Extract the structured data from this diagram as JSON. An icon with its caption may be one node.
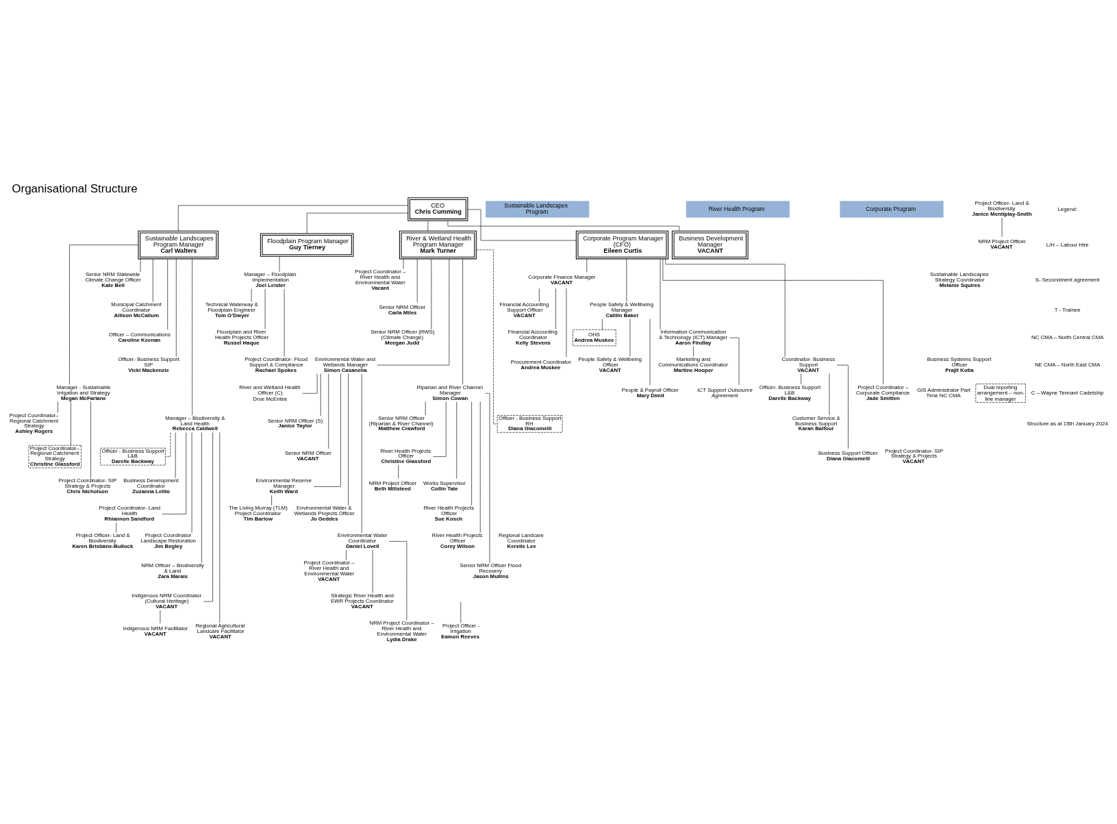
{
  "diagram": {
    "title": "Organisational Structure",
    "nodes": [
      {
        "text": [
          "CEO",
          "Chris Cumming"
        ]
      },
      {
        "text": [
          "Sustainable Landscapes Program"
        ]
      },
      {
        "text": [
          "River Health Program"
        ]
      },
      {
        "text": [
          "Corporate Program"
        ]
      },
      {
        "text": [
          "Sustainable Landscapes Program Manager",
          "Carl Walters"
        ]
      },
      {
        "text": [
          "Floodplain Program Manager",
          "Guy Tierney"
        ]
      },
      {
        "text": [
          "River & Wetland Health Program Manager",
          "Mark Turner"
        ]
      },
      {
        "text": [
          "Corporate Program Manager (CFO)",
          "Eileen Curtis"
        ]
      },
      {
        "text": [
          "Business Development Manager",
          "VACANT"
        ]
      },
      {
        "text": [
          "Senior NRM Statewide Climate Change Officer",
          "Kate Bell"
        ]
      },
      {
        "text": [
          "Sustainable Landscapes Strategy Coordinator",
          "Melanie Squires"
        ]
      },
      {
        "text": [
          "Municipal Catchment Coordinator",
          "Allison McCallum"
        ]
      },
      {
        "text": [
          "Officer – Communications",
          "Caroline Keenan"
        ]
      },
      {
        "text": [
          "Officer- Business Support SIP",
          "Vicki Mackenzie"
        ]
      },
      {
        "text": [
          "Manager - Sustainable Irrigation and Strategy",
          "Megan McFarlane"
        ]
      },
      {
        "text": [
          "Project Coordinator– Regional Catchment Strategy",
          "Ashley Rogers"
        ]
      },
      {
        "text": [
          "Project Coordinator– Regional Catchment Strategy",
          "Christine Glassford"
        ]
      },
      {
        "text": [
          "Project Coordinator- SIP Strategy & Projects",
          "VACANT"
        ]
      },
      {
        "text": [
          "Project Coordinator- SIP Strategy & Projects",
          "Chris Nicholson"
        ]
      },
      {
        "text": [
          "Project Officer - Irrigation",
          "Eamon Reeves"
        ]
      },
      {
        "text": [
          "Manager – Biodiversity & Land Health",
          "Rebecca Caldwell"
        ]
      },
      {
        "text": [
          "Officer - Business Support L&B",
          "Darelle Backway"
        ]
      },
      {
        "text": [
          "Business Development Coordinator",
          "Zuzanna Lelito"
        ]
      },
      {
        "text": [
          "Project Coordinator- Land Health",
          "Rhiannon Sandford"
        ]
      },
      {
        "text": [
          "Project Officer- Land & Biodiversity",
          "Karen Brisbane-Bullock"
        ]
      },
      {
        "text": [
          "Regional Landcare Coordinator",
          "Kerstie Lee"
        ]
      },
      {
        "text": [
          "Project Coordinator Landscape Restoration",
          "Jim Begley"
        ]
      },
      {
        "text": [
          "Project Officer- Land & Biodiversity",
          "Janice Mentiplay-Smith"
        ]
      },
      {
        "text": [
          "NRM Project Officer",
          "VACANT"
        ]
      },
      {
        "text": [
          "NRM Officer – Biodiversity & Land",
          "Zara Marais"
        ]
      },
      {
        "text": [
          "Indigenous NRM Coordinator (Cultural Heritage)",
          "VACANT"
        ]
      },
      {
        "text": [
          "Indigenous NRM Facilitator",
          "VACANT"
        ]
      },
      {
        "text": [
          "Regional Agricultural Landcare Facilitator",
          "VACANT"
        ]
      },
      {
        "text": [
          "Manager – Floodplain Implementation",
          "Joel Leister"
        ]
      },
      {
        "text": [
          "Technical Waterway & Floodplain Engineer",
          "Tom O’Dwyer"
        ]
      },
      {
        "text": [
          "Floodplain and River Health Projects Officer",
          "Russel Haque"
        ]
      },
      {
        "text": [
          "Project Coordinator- Flood Support & Compliance",
          "Rachael Spokes"
        ]
      },
      {
        "text": [
          "Project Coordinator – River Health and Environmental Water",
          "Vacant"
        ]
      },
      {
        "text": [
          "Senior NRM Officer",
          "Carla Miles"
        ]
      },
      {
        "text": [
          "Senior NRM Officer (RWS) (Climate Change)",
          "Meegan Judd"
        ]
      },
      {
        "text": [
          "Environmental Water and Wetlands Manager",
          "Simon Casanelia"
        ]
      },
      {
        "text": [
          "River and Wetland Health Officer (C)",
          "Drue McEntee"
        ]
      },
      {
        "text": [
          "Senior NRM Officer (S)",
          "Janice Taylor"
        ]
      },
      {
        "text": [
          "Senior NRM Officer",
          "VACANT"
        ]
      },
      {
        "text": [
          "Environmental Reserve Manager",
          "Keith Ward"
        ]
      },
      {
        "text": [
          "The Living Murray (TLM) Project Coordinator",
          "Tim Barlow"
        ]
      },
      {
        "text": [
          "Environmental Water & Wetlands Projects Officer",
          "Jo Geddes"
        ]
      },
      {
        "text": [
          "Environmental Water Coordinator",
          "Daniel Lovell"
        ]
      },
      {
        "text": [
          "Project Coordinator – River Health and Environmental Water",
          "VACANT"
        ]
      },
      {
        "text": [
          "Strategic River Health and EWR Projects Coordinator",
          "VACANT"
        ]
      },
      {
        "text": [
          "NRM Project Coordinator – River Health and Environmental Water",
          "Lydia Drake"
        ]
      },
      {
        "text": [
          "Riparian and River Channel Manager",
          "Simon Cowan"
        ]
      },
      {
        "text": [
          "Senior NRM Officer (Riparian & River Channel)",
          "Matthew Crawford"
        ]
      },
      {
        "text": [
          "River Health Projects Officer",
          "Christine Glassford"
        ]
      },
      {
        "text": [
          "NRM Project Officer",
          "Beth Millsteed"
        ]
      },
      {
        "text": [
          "Works Supervisor",
          "Collin Tate"
        ]
      },
      {
        "text": [
          "River Health Projects Officer",
          "Sue Kosch"
        ]
      },
      {
        "text": [
          "River Health Projects Officer",
          "Corey Wilson"
        ]
      },
      {
        "text": [
          "Senior NRM Officer Flood Recovery",
          "Jason Mullins"
        ]
      },
      {
        "text": [
          "Officer - Business Support RH",
          "Diana Giacomelli"
        ]
      },
      {
        "text": [
          "Corporate Finance Manager",
          "VACANT"
        ]
      },
      {
        "text": [
          "Financial Accounting Support Officer",
          "VACANT"
        ]
      },
      {
        "text": [
          "Financial Accounting Coordinator",
          "Kelly Stevens"
        ]
      },
      {
        "text": [
          "Procurement Coordinator",
          "Andrea Muskee"
        ]
      },
      {
        "text": [
          "People Safety & Wellbeing Manager",
          "Caitlin Baker"
        ]
      },
      {
        "text": [
          "OHS",
          "Andrea Muskee"
        ]
      },
      {
        "text": [
          "People Safety & Wellbeing Officer",
          "VACANT"
        ]
      },
      {
        "text": [
          "People & Payroll Officer",
          "Mary Dimit"
        ]
      },
      {
        "text": [
          "Information Communication & Technology (ICT) Manager",
          "Aaron Findlay"
        ]
      },
      {
        "text": [
          "Marketing and Communications Coordinator",
          "Martine Hooper"
        ]
      },
      {
        "text": [
          "Business Systems Support Officer",
          "Prajit Kotia"
        ]
      },
      {
        "text": [
          "GIS Administrator Part Time NC CMA"
        ]
      },
      {
        "text": [
          "ICT Support Outsource Agreement"
        ]
      },
      {
        "text": [
          "Coordinator- Business Support",
          "VACANT"
        ]
      },
      {
        "text": [
          "Officer- Business Support L&B",
          "Darelle Backway"
        ]
      },
      {
        "text": [
          "Customer Service & Business Support",
          "Karan Balfour"
        ]
      },
      {
        "text": [
          "Business Support Officer",
          "Diana Giacomelli"
        ]
      },
      {
        "text": [
          "Project Coordinator – Corporate Compliance",
          "Jade Smitten"
        ]
      },
      {
        "text": [
          "Dual reporting arrangement – non-line manager"
        ]
      }
    ],
    "edges": [
      {
        "from": 0,
        "to": 4,
        "arrow": "none"
      },
      {
        "from": 0,
        "to": 5,
        "arrow": "none"
      },
      {
        "from": 0,
        "to": 6,
        "arrow": "none"
      },
      {
        "from": 0,
        "to": 7,
        "arrow": "none"
      },
      {
        "from": 0,
        "to": 8,
        "arrow": "none"
      },
      {
        "from": 4,
        "to": 9,
        "arrow": "none"
      },
      {
        "from": 4,
        "to": 11,
        "arrow": "none"
      },
      {
        "from": 4,
        "to": 12,
        "arrow": "none"
      },
      {
        "from": 4,
        "to": 13,
        "arrow": "none"
      },
      {
        "from": 4,
        "to": 14,
        "arrow": "none"
      },
      {
        "from": 14,
        "to": 15,
        "arrow": "none"
      },
      {
        "from": 14,
        "to": 16,
        "arrow": "none"
      },
      {
        "from": 14,
        "to": 18,
        "arrow": "none"
      },
      {
        "from": null,
        "to": 19,
        "arrow": "none"
      },
      {
        "from": 4,
        "to": 20,
        "arrow": "none"
      },
      {
        "from": 20,
        "to": 21,
        "arrow": "none",
        "style": "dashed"
      },
      {
        "from": 20,
        "to": 22,
        "arrow": "none"
      },
      {
        "from": 20,
        "to": 23,
        "arrow": "none"
      },
      {
        "from": 23,
        "to": 24,
        "arrow": "none"
      },
      {
        "from": 20,
        "to": 26,
        "arrow": "none"
      },
      {
        "from": 27,
        "to": 28,
        "arrow": "none"
      },
      {
        "from": 20,
        "to": 29,
        "arrow": "none"
      },
      {
        "from": 20,
        "to": 30,
        "arrow": "none"
      },
      {
        "from": 30,
        "to": 31,
        "arrow": "none"
      },
      {
        "from": 20,
        "to": 32,
        "arrow": "none"
      },
      {
        "from": 5,
        "to": 33,
        "arrow": "none"
      },
      {
        "from": 33,
        "to": 34,
        "arrow": "none"
      },
      {
        "from": 33,
        "to": 35,
        "arrow": "none"
      },
      {
        "from": 33,
        "to": 36,
        "arrow": "none"
      },
      {
        "from": 6,
        "to": 37,
        "arrow": "none"
      },
      {
        "from": 6,
        "to": 38,
        "arrow": "none"
      },
      {
        "from": 6,
        "to": 39,
        "arrow": "none"
      },
      {
        "from": 6,
        "to": 40,
        "arrow": "none"
      },
      {
        "from": 40,
        "to": 41,
        "arrow": "none"
      },
      {
        "from": 40,
        "to": 42,
        "arrow": "none"
      },
      {
        "from": 40,
        "to": 43,
        "arrow": "none"
      },
      {
        "from": 40,
        "to": 44,
        "arrow": "none"
      },
      {
        "from": 44,
        "to": 45,
        "arrow": "none"
      },
      {
        "from": 40,
        "to": 46,
        "arrow": "none"
      },
      {
        "from": 40,
        "to": 47,
        "arrow": "none"
      },
      {
        "from": 47,
        "to": 48,
        "arrow": "none"
      },
      {
        "from": 47,
        "to": 49,
        "arrow": "none"
      },
      {
        "from": 47,
        "to": 50,
        "arrow": "none"
      },
      {
        "from": 6,
        "to": 51,
        "arrow": "none"
      },
      {
        "from": 51,
        "to": 52,
        "arrow": "none"
      },
      {
        "from": 51,
        "to": 53,
        "arrow": "none"
      },
      {
        "from": 53,
        "to": 54,
        "arrow": "none"
      },
      {
        "from": 51,
        "to": 55,
        "arrow": "none"
      },
      {
        "from": 51,
        "to": 56,
        "arrow": "none"
      },
      {
        "from": 51,
        "to": 57,
        "arrow": "none"
      },
      {
        "from": 51,
        "to": 58,
        "arrow": "none"
      },
      {
        "from": 6,
        "to": 59,
        "arrow": "none",
        "style": "dashed"
      },
      {
        "from": 7,
        "to": 60,
        "arrow": "none"
      },
      {
        "from": 60,
        "to": 61,
        "arrow": "none"
      },
      {
        "from": 60,
        "to": 62,
        "arrow": "none"
      },
      {
        "from": 60,
        "to": 63,
        "arrow": "none"
      },
      {
        "from": 7,
        "to": 64,
        "arrow": "none"
      },
      {
        "from": 64,
        "to": 65,
        "arrow": "none"
      },
      {
        "from": 64,
        "to": 66,
        "arrow": "none"
      },
      {
        "from": 64,
        "to": 67,
        "arrow": "none"
      },
      {
        "from": 7,
        "to": 68,
        "arrow": "none"
      },
      {
        "from": 68,
        "to": 69,
        "arrow": "none"
      },
      {
        "from": 68,
        "to": 72,
        "arrow": "none"
      },
      {
        "from": 7,
        "to": 73,
        "arrow": "none"
      },
      {
        "from": 73,
        "to": 74,
        "arrow": "none"
      },
      {
        "from": 73,
        "to": 75,
        "arrow": "none"
      },
      {
        "from": 73,
        "to": 76,
        "arrow": "none"
      },
      {
        "from": 7,
        "to": 77,
        "arrow": "none"
      }
    ],
    "labels": [
      "Legend:",
      "L/H – Labour Hire",
      "S- Secondment agreement",
      "T - Trainee",
      "NC CMA – North Central CMA",
      "NE CMA – North East CMA",
      "C – Wayne Tennant Cadetship",
      "Structure as at 15th January 2024"
    ]
  }
}
